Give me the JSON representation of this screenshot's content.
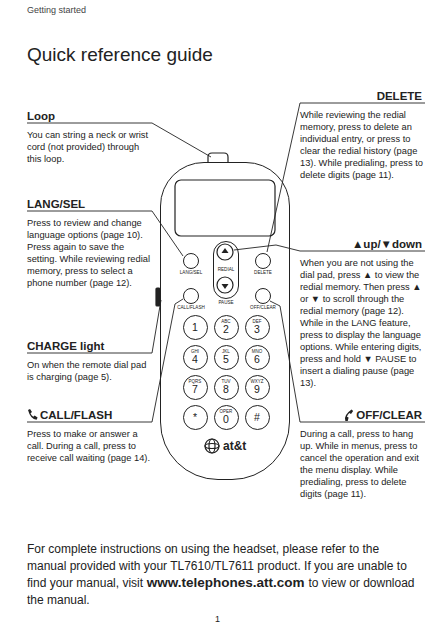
{
  "diagram": {
    "title": "Quick reference guide",
    "nodes": [
      {
        "text": [
          "at&t"
        ]
      },
      {
        "text": [
          "LANG/SEL"
        ],
        "in": 0
      },
      {
        "text": [
          "REDIAL"
        ],
        "in": 0
      },
      {
        "text": [
          "DELETE"
        ],
        "in": 0
      },
      {
        "text": [
          "CALL/FLASH"
        ],
        "in": 0
      },
      {
        "text": [
          "OFF/CLEAR"
        ],
        "in": 0
      },
      {
        "text": [
          "1"
        ],
        "in": 0
      },
      {
        "text": [
          "ABC",
          "2"
        ],
        "in": 0
      },
      {
        "text": [
          "DEF",
          "3"
        ],
        "in": 0
      },
      {
        "text": [
          "GHI",
          "4"
        ],
        "in": 0
      },
      {
        "text": [
          "JKL",
          "5"
        ],
        "in": 0
      },
      {
        "text": [
          "MNO",
          "6"
        ],
        "in": 0
      },
      {
        "text": [
          "PQRS",
          "7"
        ],
        "in": 0
      },
      {
        "text": [
          "TUV",
          "8"
        ],
        "in": 0
      },
      {
        "text": [
          "WXYZ",
          "9"
        ],
        "in": 0
      },
      {
        "text": [
          "*"
        ],
        "in": 0
      },
      {
        "text": [
          "OPER",
          "0"
        ],
        "in": 0
      },
      {
        "text": [
          "#"
        ],
        "in": 0
      }
    ],
    "edges": [],
    "labels": [
      "Getting started",
      "Loop",
      "You can string a neck or wrist cord (not provided) through this loop.",
      "LANG/SEL",
      "Press to review and change language options (page 10). Press again to save the setting. While reviewing redial memory, press to select a phone number (page 12).",
      "CHARGE light",
      "On when the remote dial pad is charging (page 5).",
      "CALL/FLASH",
      "Press to make or answer a call. During a call, press to receive call waiting (page 14).",
      "DELETE",
      "While reviewing the redial memory, press to delete an individual entry, or press to clear the redial history (page 13). While predialing, press to delete digits (page 11).",
      "▲up/▼down",
      "When you are not using the dial pad, press ▲ to view the redial memory. Then press ▲ or ▼ to scroll through the redial memory (page 12). While in the LANG feature, press to display the language options. While entering digits, press and hold ▼ PAUSE to insert a dialing pause (page 13).",
      "OFF/CLEAR",
      "During a call, press to hang up. While in menus, press to cancel the operation and exit the menu display. While predialing, press to delete digits (page 11).",
      "For complete instructions on using the headset, please refer to the manual provided with your TL7610/TL7611 product. If you are unable to find your manual, visit",
      "www.telephones.att.com",
      "to view or download the manual.",
      "1",
      "PAUSE"
    ]
  }
}
